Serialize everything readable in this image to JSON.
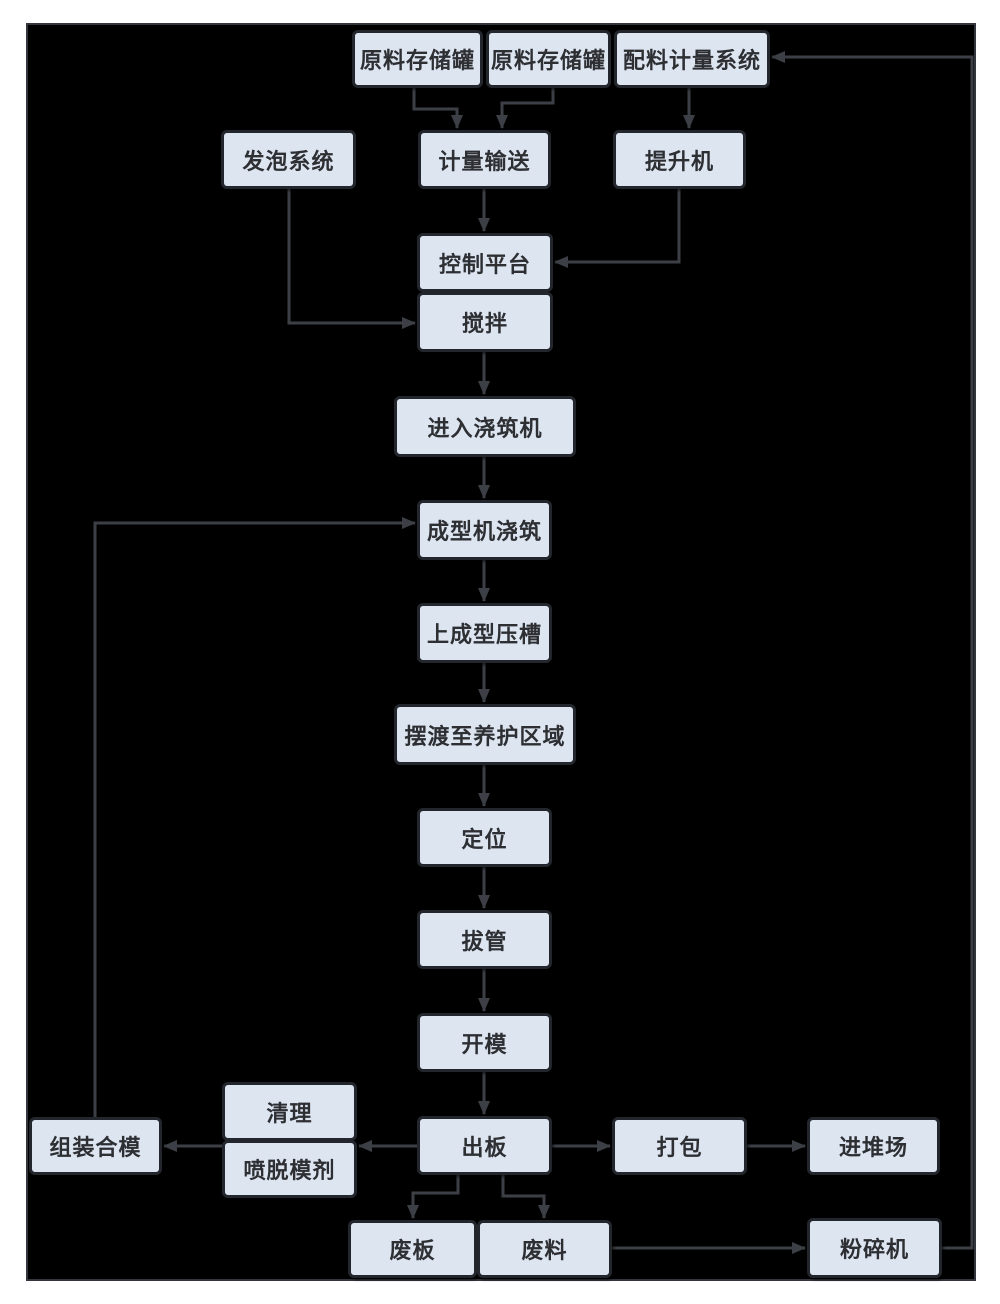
{
  "diagram": {
    "type": "flowchart",
    "colors": {
      "page_bg": "#ffffff",
      "canvas_bg": "#000000",
      "node_fill": "#dde5f1",
      "node_border": "#23272d",
      "connector": "#3c4046",
      "text": "#2d2f33"
    },
    "nodes": [
      {
        "id": "tank1",
        "label": "原料存储罐"
      },
      {
        "id": "tank2",
        "label": "原料存储罐"
      },
      {
        "id": "batching",
        "label": "配料计量系统"
      },
      {
        "id": "foaming",
        "label": "发泡系统"
      },
      {
        "id": "conveyor",
        "label": "计量输送"
      },
      {
        "id": "hoist",
        "label": "提升机"
      },
      {
        "id": "control",
        "label": "控制平台"
      },
      {
        "id": "mixing",
        "label": "搅拌"
      },
      {
        "id": "enter-pouring",
        "label": "进入浇筑机"
      },
      {
        "id": "forming-pouring",
        "label": "成型机浇筑"
      },
      {
        "id": "forming-groove",
        "label": "上成型压槽"
      },
      {
        "id": "ferry-curing",
        "label": "摆渡至养护区域"
      },
      {
        "id": "positioning",
        "label": "定位"
      },
      {
        "id": "tube-pulling",
        "label": "拔管"
      },
      {
        "id": "mold-opening",
        "label": "开模"
      },
      {
        "id": "board-out",
        "label": "出板"
      },
      {
        "id": "cleaning",
        "label": "清理"
      },
      {
        "id": "spray-agent",
        "label": "喷脱模剂"
      },
      {
        "id": "assemble-mold",
        "label": "组装合模"
      },
      {
        "id": "packing",
        "label": "打包"
      },
      {
        "id": "yard",
        "label": "进堆场"
      },
      {
        "id": "waste-board",
        "label": "废板"
      },
      {
        "id": "waste-material",
        "label": "废料"
      },
      {
        "id": "crusher",
        "label": "粉碎机"
      }
    ],
    "edges": [
      {
        "from": "tank1",
        "to": "conveyor"
      },
      {
        "from": "tank2",
        "to": "conveyor"
      },
      {
        "from": "batching",
        "to": "hoist"
      },
      {
        "from": "hoist",
        "to": "control"
      },
      {
        "from": "conveyor",
        "to": "control"
      },
      {
        "from": "foaming",
        "to": "mixing"
      },
      {
        "from": "mixing",
        "to": "enter-pouring"
      },
      {
        "from": "enter-pouring",
        "to": "forming-pouring"
      },
      {
        "from": "forming-pouring",
        "to": "forming-groove"
      },
      {
        "from": "forming-groove",
        "to": "ferry-curing"
      },
      {
        "from": "ferry-curing",
        "to": "positioning"
      },
      {
        "from": "positioning",
        "to": "tube-pulling"
      },
      {
        "from": "tube-pulling",
        "to": "mold-opening"
      },
      {
        "from": "mold-opening",
        "to": "board-out"
      },
      {
        "from": "board-out",
        "to": "cleaning"
      },
      {
        "from": "cleaning",
        "to": "assemble-mold"
      },
      {
        "from": "assemble-mold",
        "to": "forming-pouring"
      },
      {
        "from": "board-out",
        "to": "packing"
      },
      {
        "from": "packing",
        "to": "yard"
      },
      {
        "from": "board-out",
        "to": "waste-board"
      },
      {
        "from": "board-out",
        "to": "waste-material"
      },
      {
        "from": "waste-material",
        "to": "crusher"
      },
      {
        "from": "crusher",
        "to": "batching"
      }
    ]
  }
}
